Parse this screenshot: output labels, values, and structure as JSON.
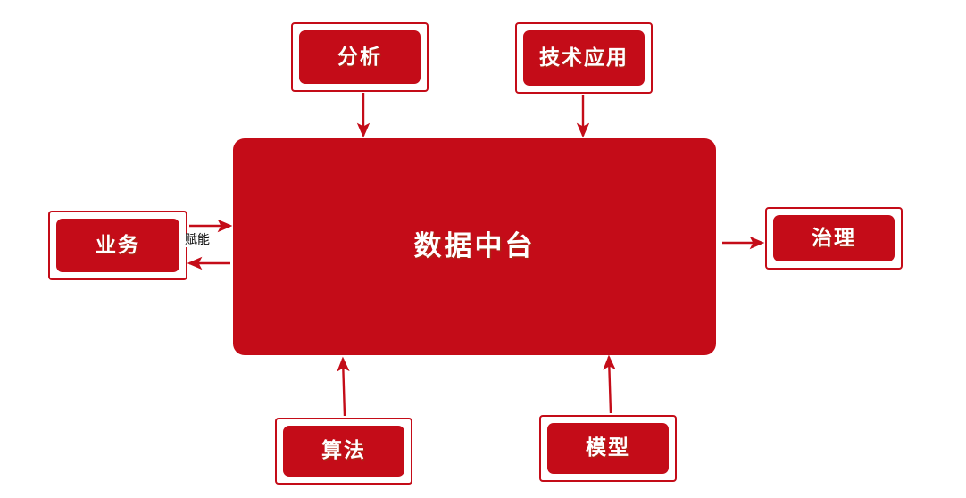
{
  "diagram": {
    "title": "数据中台",
    "type": "hub-and-spoke",
    "colors": {
      "primary_red": "#C40C18",
      "node_fill": "#C40C18",
      "node_border": "#C40C18",
      "label_text": "#FFFFFF",
      "edge_label_text": "#111111",
      "background": "#FFFFFF",
      "connector": "#C40C18"
    },
    "hub": {
      "label": "数据中台"
    },
    "nodes": [
      {
        "id": "analysis",
        "label": "分析",
        "position": "top-left"
      },
      {
        "id": "techapp",
        "label": "技术应用",
        "position": "top-right"
      },
      {
        "id": "business",
        "label": "业务",
        "position": "left"
      },
      {
        "id": "governance",
        "label": "治理",
        "position": "right"
      },
      {
        "id": "algorithm",
        "label": "算法",
        "position": "bottom-left"
      },
      {
        "id": "model",
        "label": "模型",
        "position": "bottom-right"
      }
    ],
    "edges": [
      {
        "from": "analysis",
        "to": "hub",
        "direction": "one-way",
        "label": ""
      },
      {
        "from": "techapp",
        "to": "hub",
        "direction": "one-way",
        "label": ""
      },
      {
        "from": "business",
        "to": "hub",
        "direction": "two-way",
        "label": "赋能"
      },
      {
        "from": "hub",
        "to": "governance",
        "direction": "one-way",
        "label": ""
      },
      {
        "from": "algorithm",
        "to": "hub",
        "direction": "one-way",
        "label": ""
      },
      {
        "from": "model",
        "to": "hub",
        "direction": "one-way",
        "label": ""
      }
    ],
    "edge_labels": {
      "business_hub": "赋能"
    }
  }
}
